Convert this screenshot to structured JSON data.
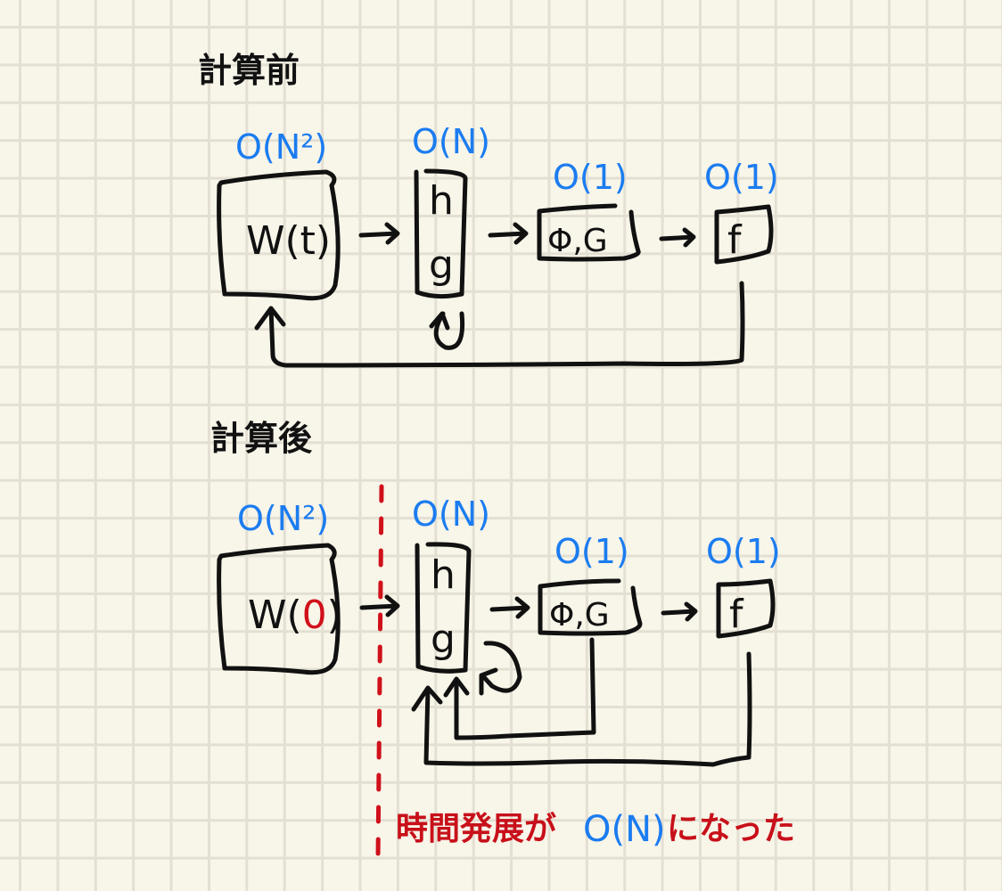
{
  "sections": [
    {
      "heading": "計算前",
      "nodes": [
        {
          "id": "W",
          "label": "W(t)",
          "complexity": "O(N²)"
        },
        {
          "id": "hg",
          "label_top": "h",
          "label_bottom": "g",
          "complexity": "O(N)"
        },
        {
          "id": "PhiG",
          "label": "Φ,G",
          "complexity": "O(1)"
        },
        {
          "id": "f",
          "label": "f",
          "complexity": "O(1)"
        }
      ],
      "edges": [
        {
          "from": "W",
          "to": "hg"
        },
        {
          "from": "hg",
          "to": "PhiG"
        },
        {
          "from": "PhiG",
          "to": "f"
        },
        {
          "from": "f",
          "to": "W",
          "type": "feedback"
        },
        {
          "from": "hg",
          "to": "hg",
          "type": "self-loop"
        }
      ]
    },
    {
      "heading": "計算後",
      "nodes": [
        {
          "id": "W",
          "label_prefix": "W(",
          "label_highlight": "0",
          "label_suffix": ")",
          "complexity": "O(N²)"
        },
        {
          "id": "hg",
          "label_top": "h",
          "label_bottom": "g",
          "complexity": "O(N)"
        },
        {
          "id": "PhiG",
          "label": "Φ,G",
          "complexity": "O(1)"
        },
        {
          "id": "f",
          "label": "f",
          "complexity": "O(1)"
        }
      ],
      "edges": [
        {
          "from": "W",
          "to": "hg"
        },
        {
          "from": "hg",
          "to": "PhiG"
        },
        {
          "from": "PhiG",
          "to": "f"
        },
        {
          "from": "PhiG",
          "to": "hg",
          "type": "feedback"
        },
        {
          "from": "f",
          "to": "hg",
          "type": "feedback"
        },
        {
          "from": "hg",
          "to": "hg",
          "type": "self-loop"
        }
      ]
    }
  ],
  "annotation": {
    "prefix": "時間発展が",
    "complexity": "O(N)",
    "suffix": "になった"
  },
  "colors": {
    "background": "#f8f5e9",
    "grid": "#e3e0d3",
    "ink": "#111111",
    "complexity_blue": "#1b7cf0",
    "highlight_red": "#d0101a"
  }
}
